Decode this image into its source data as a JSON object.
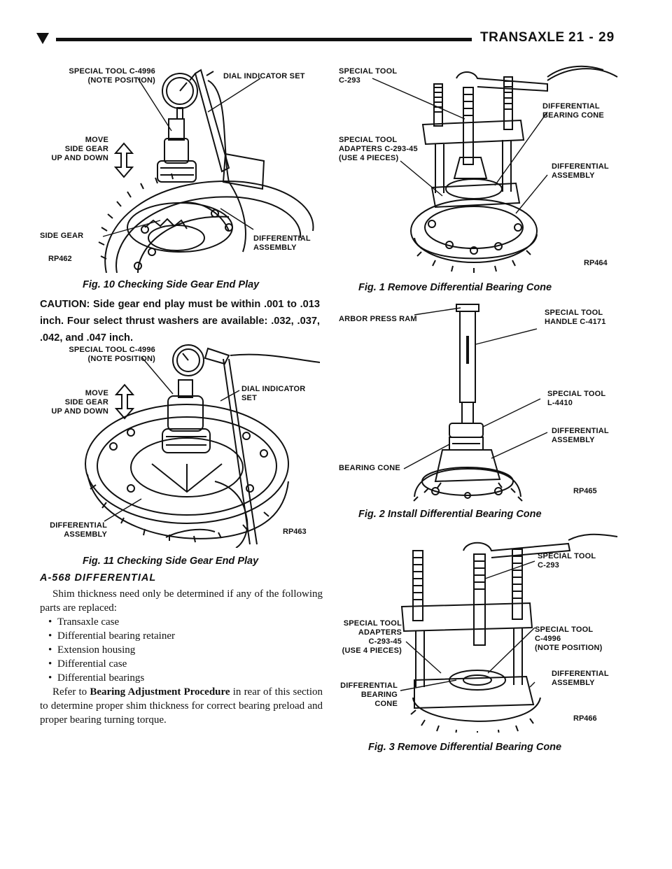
{
  "header": {
    "section": "TRANSAXLE",
    "page": "21 - 29"
  },
  "fig10": {
    "caption": "Fig. 10 Checking Side Gear End Play",
    "code": "RP462",
    "labels": {
      "tool_line1": "SPECIAL TOOL C-4996",
      "tool_line2": "(NOTE POSITION)",
      "dial": "DIAL INDICATOR SET",
      "move1": "MOVE",
      "move2": "SIDE GEAR",
      "move3": "UP AND DOWN",
      "side_gear": "SIDE GEAR",
      "diff1": "DIFFERENTIAL",
      "diff2": "ASSEMBLY"
    }
  },
  "caution": "CAUTION: Side gear end play must be within .001 to .013 inch. Four select thrust washers are available: .032, .037, .042, and .047 inch.",
  "fig11": {
    "caption": "Fig. 11 Checking Side Gear End Play",
    "code": "RP463",
    "labels": {
      "tool_line1": "SPECIAL TOOL C-4996",
      "tool_line2": "(NOTE POSITION)",
      "dial1": "DIAL INDICATOR",
      "dial2": "SET",
      "move1": "MOVE",
      "move2": "SIDE GEAR",
      "move3": "UP AND DOWN",
      "diff1": "DIFFERENTIAL",
      "diff2": "ASSEMBLY"
    }
  },
  "section_title": "A-568 DIFFERENTIAL",
  "body": {
    "intro": "Shim thickness need only be determined if any of the following parts are replaced:",
    "items": [
      "Transaxle case",
      "Differential bearing retainer",
      "Extension housing",
      "Differential case",
      "Differential bearings"
    ],
    "refer_prefix": "Refer to ",
    "refer_bold": "Bearing Adjustment Procedure",
    "refer_suffix": " in rear of this section to determine proper shim thickness for correct bearing preload and proper bearing turning torque."
  },
  "fig1": {
    "caption": "Fig. 1 Remove Differential Bearing Cone",
    "code": "RP464",
    "labels": {
      "tool1": "SPECIAL TOOL",
      "tool2": "C-293",
      "adapt1": "SPECIAL TOOL",
      "adapt2": "ADAPTERS C-293-45",
      "adapt3": "(USE 4 PIECES)",
      "cone1": "DIFFERENTIAL",
      "cone2": "BEARING CONE",
      "diff1": "DIFFERENTIAL",
      "diff2": "ASSEMBLY"
    }
  },
  "fig2": {
    "caption": "Fig. 2 Install Differential Bearing Cone",
    "code": "RP465",
    "labels": {
      "ram": "ARBOR PRESS RAM",
      "handle1": "SPECIAL TOOL",
      "handle2": "HANDLE C-4171",
      "l1": "SPECIAL TOOL",
      "l2": "L-4410",
      "diff1": "DIFFERENTIAL",
      "diff2": "ASSEMBLY",
      "cone": "BEARING CONE"
    }
  },
  "fig3": {
    "caption": "Fig. 3 Remove Differential Bearing Cone",
    "code": "RP466",
    "labels": {
      "tool1": "SPECIAL TOOL",
      "tool2": "C-293",
      "adapt1": "SPECIAL TOOL",
      "adapt2": "ADAPTERS",
      "adapt3": "C-293-45",
      "adapt4": "(USE 4 PIECES)",
      "c1": "SPECIAL TOOL",
      "c2": "C-4996",
      "c3": "(NOTE POSITION)",
      "diff1": "DIFFERENTIAL",
      "diff2": "ASSEMBLY",
      "cone1": "DIFFERENTIAL",
      "cone2": "BEARING",
      "cone3": "CONE"
    }
  }
}
